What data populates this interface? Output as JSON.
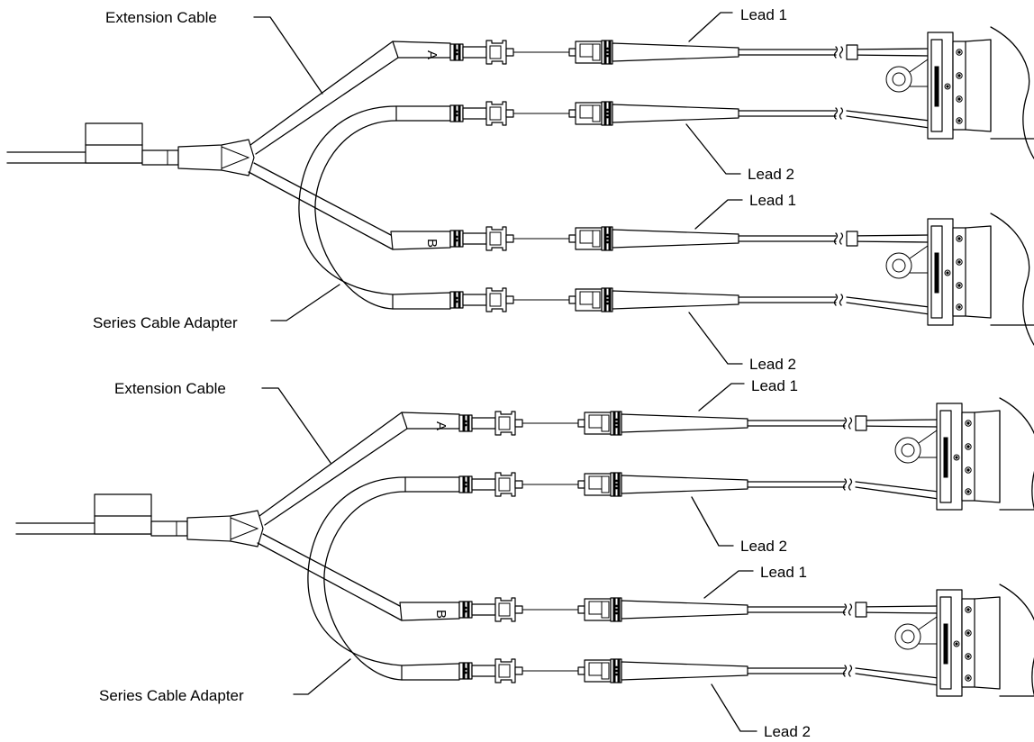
{
  "figure": {
    "assemblies": [
      {
        "extension_cable_label": "Extension Cable",
        "series_adapter_label": "Series Cable Adapter",
        "port_a": "A",
        "port_b": "B",
        "pairs": [
          {
            "lead1_label": "Lead 1",
            "lead2_label": "Lead 2"
          },
          {
            "lead1_label": "Lead 1",
            "lead2_label": "Lead 2"
          }
        ]
      },
      {
        "extension_cable_label": "Extension Cable",
        "series_adapter_label": "Series Cable Adapter",
        "port_a": "A",
        "port_b": "B",
        "pairs": [
          {
            "lead1_label": "Lead 1",
            "lead2_label": "Lead 2"
          },
          {
            "lead1_label": "Lead 1",
            "lead2_label": "Lead 2"
          }
        ]
      }
    ]
  }
}
